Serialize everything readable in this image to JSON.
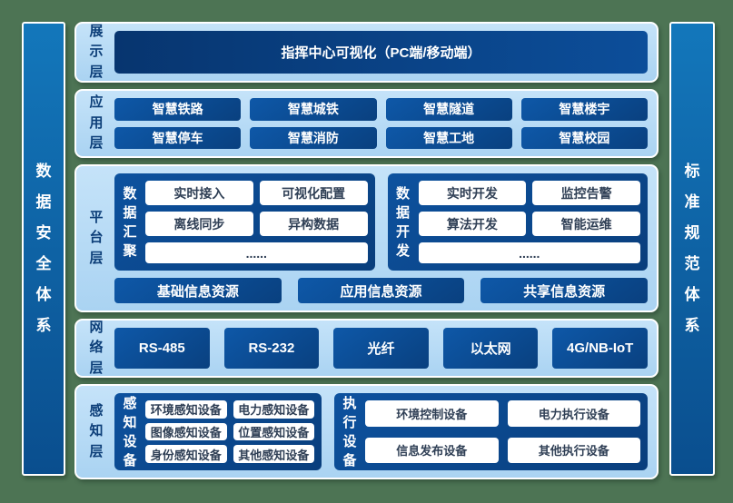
{
  "colors": {
    "page_background": "#4d7454",
    "panel_light_blue": "#aed6f2",
    "box_dark_blue": "#0b4a91",
    "sidebar_blue": "#0c66a9",
    "layer_label_navy": "#0c3e78",
    "white_box_text": "#2f3f55"
  },
  "left_bar": {
    "label": "数据安全体系"
  },
  "right_bar": {
    "label": "标准规范体系"
  },
  "display_layer": {
    "label": "展示层",
    "box": "指挥中心可视化（PC端/移动端）"
  },
  "application_layer": {
    "label": "应用层",
    "boxes": [
      "智慧铁路",
      "智慧城铁",
      "智慧隧道",
      "智慧楼宇",
      "智慧停车",
      "智慧消防",
      "智慧工地",
      "智慧校园"
    ]
  },
  "platform_layer": {
    "label": "平台层",
    "group1": {
      "label": "数据汇聚",
      "items": [
        "实时接入",
        "可视化配置",
        "离线同步",
        "异构数据",
        "......"
      ]
    },
    "group2": {
      "label": "数据开发",
      "items": [
        "实时开发",
        "监控告警",
        "算法开发",
        "智能运维",
        "......"
      ]
    },
    "resources": [
      "基础信息资源",
      "应用信息资源",
      "共享信息资源"
    ]
  },
  "network_layer": {
    "label": "网络层",
    "boxes": [
      "RS-485",
      "RS-232",
      "光纤",
      "以太网",
      "4G/NB-IoT"
    ]
  },
  "perception_layer": {
    "label": "感知层",
    "group1": {
      "label": "感知设备",
      "items": [
        "环境感知设备",
        "电力感知设备",
        "图像感知设备",
        "位置感知设备",
        "身份感知设备",
        "其他感知设备"
      ]
    },
    "group2": {
      "label": "执行设备",
      "items": [
        "环境控制设备",
        "电力执行设备",
        "信息发布设备",
        "其他执行设备"
      ]
    }
  }
}
